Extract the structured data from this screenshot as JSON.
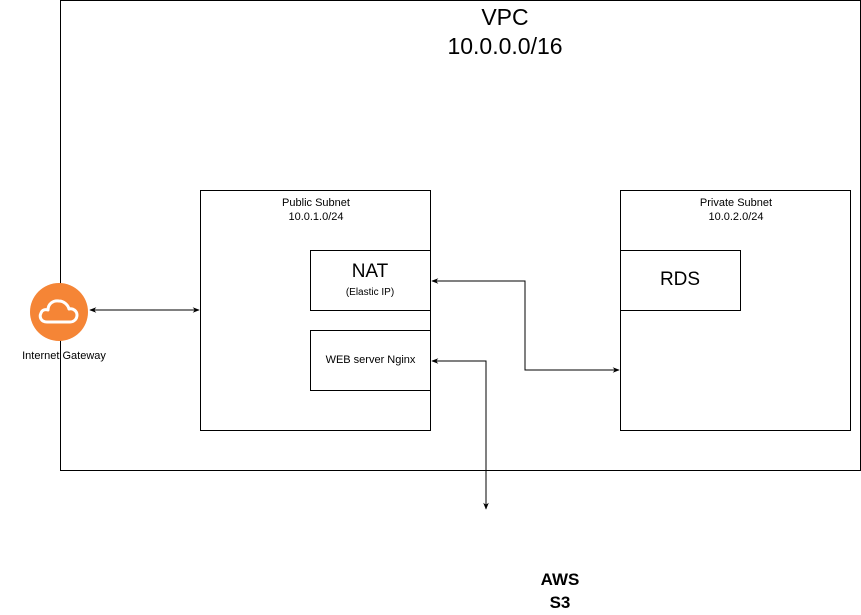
{
  "vpc": {
    "title": "VPC",
    "cidr": "10.0.0.0/16"
  },
  "public_subnet": {
    "title": "Public Subnet",
    "cidr": "10.0.1.0/24"
  },
  "private_subnet": {
    "title": "Private Subnet",
    "cidr": "10.0.2.0/24"
  },
  "nat": {
    "title": "NAT",
    "subtitle": "(Elastic IP)"
  },
  "web_server": {
    "label": "WEB server Nginx"
  },
  "rds": {
    "label": "RDS"
  },
  "internet_gateway": {
    "label": "Internet Gateway",
    "icon": "cloud-icon",
    "color": "#F58536"
  },
  "s3": {
    "line1": "AWS",
    "line2": "S3"
  }
}
